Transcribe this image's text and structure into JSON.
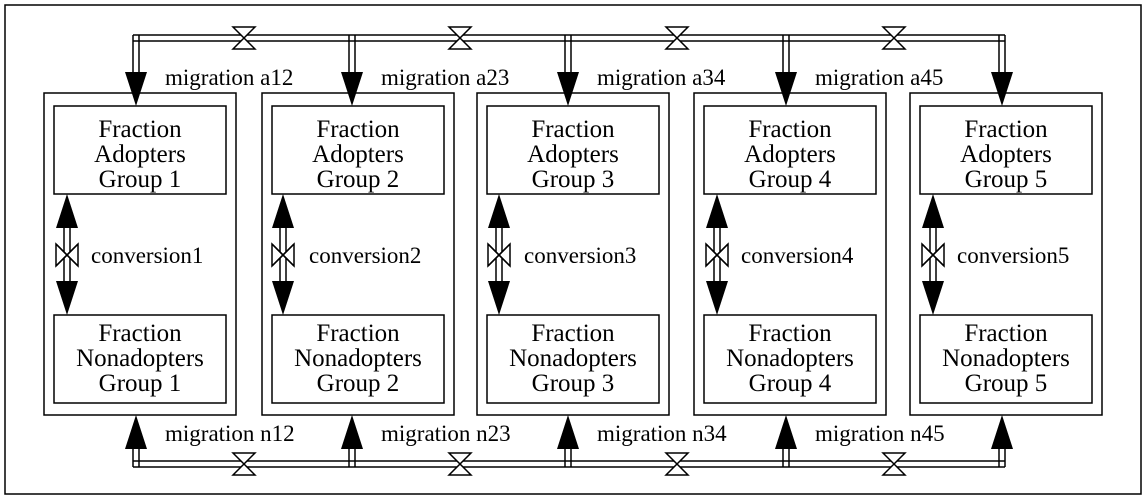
{
  "groups": [
    {
      "adopters": [
        "Fraction",
        "Adopters",
        "Group 1"
      ],
      "nonadopters": [
        "Fraction",
        "Nonadopters",
        "Group 1"
      ],
      "conversion": "conversion1"
    },
    {
      "adopters": [
        "Fraction",
        "Adopters",
        "Group 2"
      ],
      "nonadopters": [
        "Fraction",
        "Nonadopters",
        "Group 2"
      ],
      "conversion": "conversion2"
    },
    {
      "adopters": [
        "Fraction",
        "Adopters",
        "Group 3"
      ],
      "nonadopters": [
        "Fraction",
        "Nonadopters",
        "Group 3"
      ],
      "conversion": "conversion3"
    },
    {
      "adopters": [
        "Fraction",
        "Adopters",
        "Group 4"
      ],
      "nonadopters": [
        "Fraction",
        "Nonadopters",
        "Group 4"
      ],
      "conversion": "conversion4"
    },
    {
      "adopters": [
        "Fraction",
        "Adopters",
        "Group 5"
      ],
      "nonadopters": [
        "Fraction",
        "Nonadopters",
        "Group 5"
      ],
      "conversion": "conversion5"
    }
  ],
  "migrations_adopters": [
    "migration a12",
    "migration a23",
    "migration a34",
    "migration a45"
  ],
  "migrations_nonadopters": [
    "migration n12",
    "migration n23",
    "migration n34",
    "migration n45"
  ]
}
